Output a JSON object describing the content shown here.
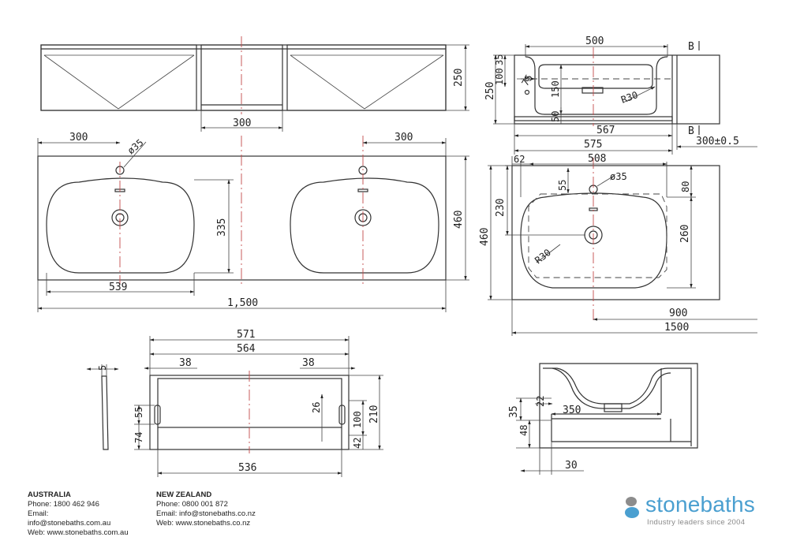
{
  "dimensions": {
    "front_depth": "250",
    "front_opening": "300",
    "top_left_offset": "300",
    "top_right_offset": "300",
    "tap_hole": "ø35",
    "top_depth": "460",
    "bowl_depth": "335",
    "bowl_width": "539",
    "total_width": "1,500",
    "side_width": "500",
    "side_35": "35",
    "side_100": "100",
    "side_250": "250",
    "side_75": "75",
    "side_150": "150",
    "side_50": "50",
    "side_r30": "R30",
    "side_567": "567",
    "side_575": "575",
    "side_offset": "300±0.5",
    "section_b_top": "B",
    "section_b_bottom": "B",
    "plan_62": "62",
    "plan_508": "508",
    "plan_55": "55",
    "plan_tap": "ø35",
    "plan_80": "80",
    "plan_230": "230",
    "plan_460": "460",
    "plan_260": "260",
    "plan_r30": "R30",
    "plan_900": "900",
    "plan_1500": "1500",
    "drawer_571": "571",
    "drawer_564": "564",
    "drawer_38_left": "38",
    "drawer_38_right": "38",
    "drawer_26": "26",
    "drawer_55": "55",
    "drawer_74": "74",
    "drawer_100": "100",
    "drawer_42": "42",
    "drawer_210": "210",
    "drawer_536": "536",
    "drawer_5": "5",
    "sec_22": "22",
    "sec_350": "350",
    "sec_35": "35",
    "sec_48": "48",
    "sec_30": "30"
  },
  "footer": {
    "australia": {
      "heading": "AUSTRALIA",
      "phone": "Phone: 1800 462 946",
      "email_label": "Email:",
      "email": "info@stonebaths.com.au",
      "web": "Web: www.stonebaths.com.au"
    },
    "new_zealand": {
      "heading": "NEW ZEALAND",
      "phone": "Phone: 0800 001 872",
      "email": "Email: info@stonebaths.co.nz",
      "web": "Web: www.stonebaths.co.nz"
    }
  },
  "logo": {
    "brand": "stonebaths",
    "tagline": "Industry leaders since 2004",
    "colors": {
      "brand_blue": "#4a9fd0",
      "dot_grey": "#8c8c8c",
      "tagline_grey": "#8a8a8a"
    }
  },
  "colors": {
    "line": "#333333",
    "centerline": "#c24a4a"
  }
}
